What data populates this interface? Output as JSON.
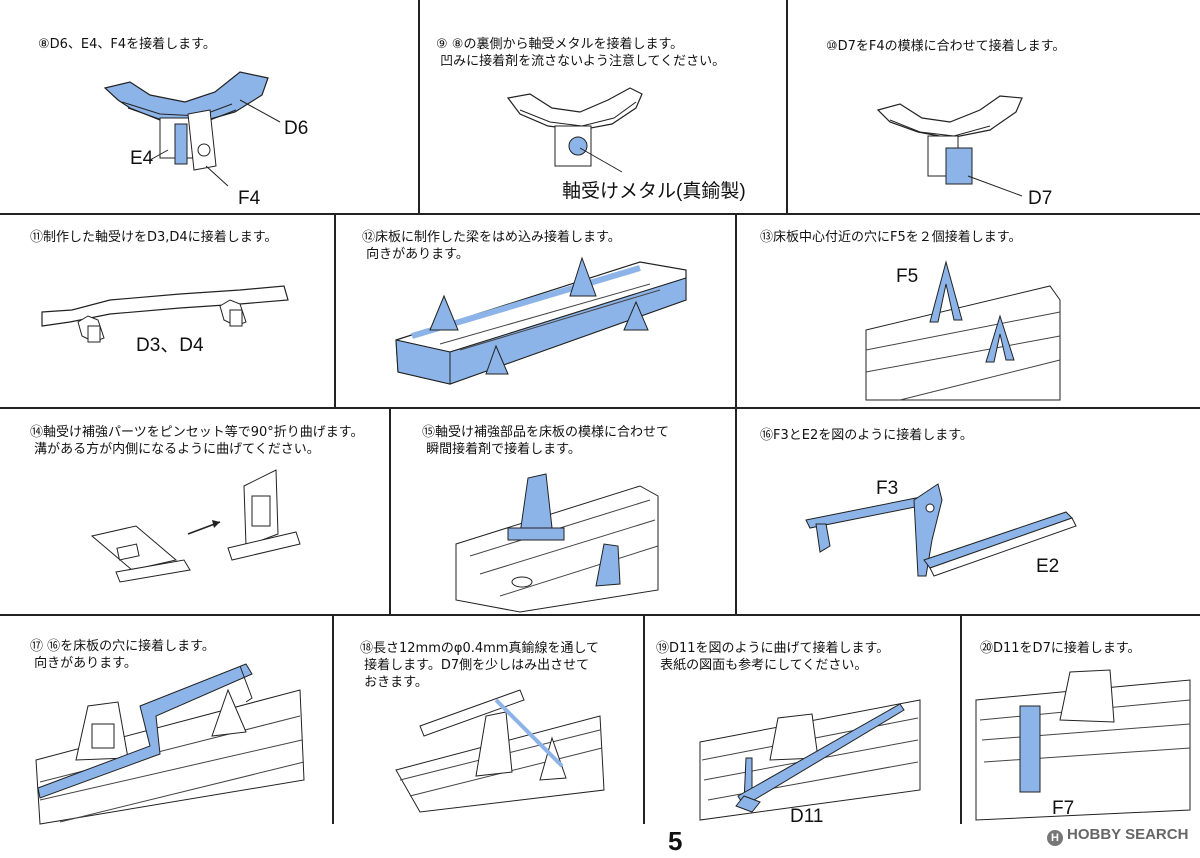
{
  "colors": {
    "highlight": "#8db4e8",
    "line": "#222222"
  },
  "steps": [
    {
      "text": "⑧D6、E4、F4を接着します。",
      "labels": [
        "D6",
        "E4",
        "F4"
      ]
    },
    {
      "text": "⑨ ⑧の裏側から軸受メタルを接着します。\n 凹みに接着剤を流さないよう注意してください。",
      "labels": [
        "軸受けメタル(真鍮製)"
      ]
    },
    {
      "text": "⑩D7をF4の模様に合わせて接着します。",
      "labels": [
        "D7"
      ]
    },
    {
      "text": "⑪制作した軸受けをD3,D4に接着します。",
      "labels": [
        "D3、D4"
      ]
    },
    {
      "text": "⑫床板に制作した梁をはめ込み接着します。\n 向きがあります。",
      "labels": []
    },
    {
      "text": "⑬床板中心付近の穴にF5を２個接着します。",
      "labels": [
        "F5"
      ]
    },
    {
      "text": "⑭軸受け補強パーツをピンセット等で90°折り曲げます。\n 溝がある方が内側になるように曲げてください。",
      "labels": []
    },
    {
      "text": "⑮軸受け補強部品を床板の模様に合わせて\n 瞬間接着剤で接着します。",
      "labels": []
    },
    {
      "text": "⑯F3とE2を図のように接着します。",
      "labels": [
        "F3",
        "E2"
      ]
    },
    {
      "text": "⑰ ⑯を床板の穴に接着します。\n 向きがあります。",
      "labels": []
    },
    {
      "text": "⑱長さ12mmのφ0.4mm真鍮線を通して\n 接着します。D7側を少しはみ出させて\n おきます。",
      "labels": []
    },
    {
      "text": "⑲D11を図のように曲げて接着します。\n 表紙の図面も参考にしてください。",
      "labels": [
        "D11"
      ]
    },
    {
      "text": "⑳D11をD7に接着します。",
      "labels": [
        "F7"
      ]
    }
  ],
  "footer": {
    "page_number": "5",
    "brand": "HOBBY SEARCH",
    "brand_logo": "H"
  }
}
